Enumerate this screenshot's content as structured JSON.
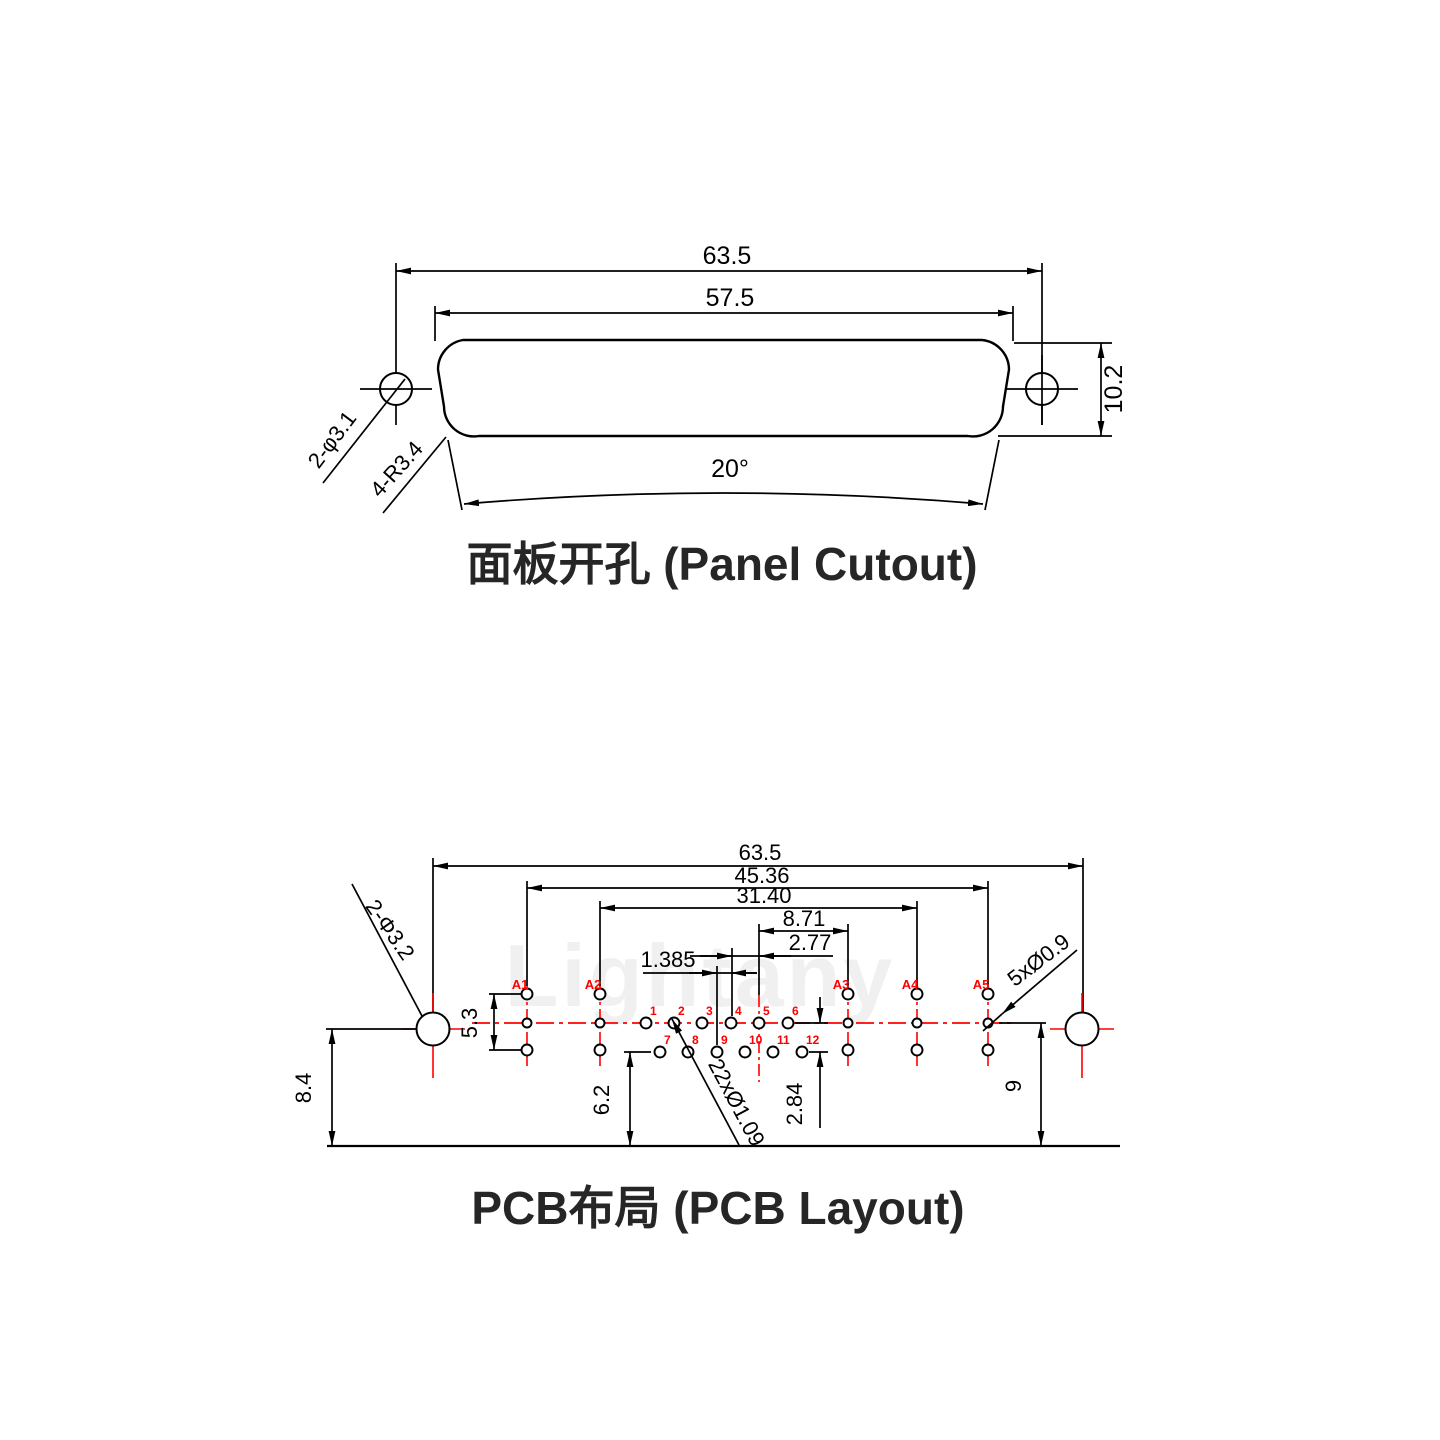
{
  "colors": {
    "line": "#000000",
    "accent_red": "#ff0000",
    "title_text": "#262626",
    "watermark": "#f0f0f0"
  },
  "watermark": "Lightany",
  "panel_cutout": {
    "title": "面板开孔 (Panel Cutout)",
    "dim_outer_width": "63.5",
    "dim_body_width": "57.5",
    "dim_height": "10.2",
    "dim_angle": "20°",
    "label_mount_holes": "2-φ3.1",
    "label_corner_radius": "4-R3.4"
  },
  "pcb_layout": {
    "title": "PCB布局 (PCB Layout)",
    "dim_outer_width": "63.5",
    "dim_a1_a5": "45.36",
    "dim_a2_a4": "31.40",
    "dim_center_to_a3": "8.71",
    "dim_pin_pitch": "2.77",
    "dim_row_offset": "1.385",
    "dim_coax_height": "5.3",
    "dim_hole_to_edge": "8.4",
    "dim_row2_to_edge": "6.2",
    "dim_row_gap": "2.84",
    "dim_a5_to_edge": "9",
    "label_mount_holes": "2-Φ3.2",
    "label_coax_pins": "5xØ0.9",
    "label_signal_holes": "22xØ1.09",
    "coax_labels": [
      "A1",
      "A2",
      "A3",
      "A4",
      "A5"
    ],
    "row1_labels": [
      "1",
      "2",
      "3",
      "4",
      "5",
      "6"
    ],
    "row2_labels": [
      "7",
      "8",
      "9",
      "10",
      "11",
      "12"
    ]
  }
}
